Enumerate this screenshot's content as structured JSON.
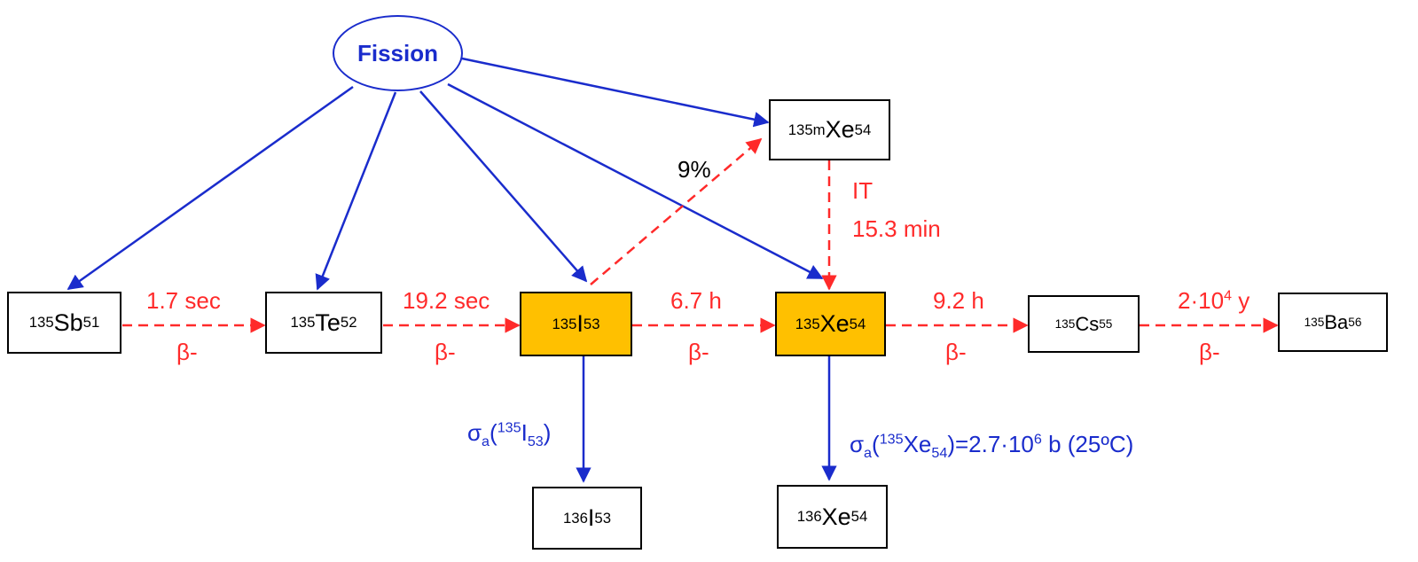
{
  "colors": {
    "fission_arrow": "#1a2ccc",
    "decay_arrow": "#ff2a2a",
    "highlight": "#ffc000"
  },
  "fission": {
    "label": "Fission"
  },
  "nuclides": {
    "sb135": {
      "mass": "135",
      "symbol": "Sb",
      "z": "51"
    },
    "te135": {
      "mass": "135",
      "symbol": "Te",
      "z": "52"
    },
    "i135": {
      "mass": "135",
      "symbol": "I",
      "z": "53"
    },
    "xe135": {
      "mass": "135",
      "symbol": "Xe",
      "z": "54"
    },
    "cs135": {
      "mass": "135",
      "symbol": "Cs",
      "z": "55"
    },
    "ba135": {
      "mass": "135",
      "symbol": "Ba",
      "z": "56"
    },
    "xe135m": {
      "mass": "135m",
      "symbol": "Xe",
      "z": "54"
    },
    "i136": {
      "mass": "136",
      "symbol": "I",
      "z": "53"
    },
    "xe136": {
      "mass": "136",
      "symbol": "Xe",
      "z": "54"
    }
  },
  "decays": {
    "sb_te": {
      "halflife": "1.7 sec",
      "mode": "β-"
    },
    "te_i": {
      "halflife": "19.2 sec",
      "mode": "β-"
    },
    "i_xe": {
      "halflife": "6.7 h",
      "mode": "β-"
    },
    "xe_cs": {
      "halflife": "9.2 h",
      "mode": "β-"
    },
    "cs_ba": {
      "halflife_mantissa": "2·10",
      "halflife_exp": "4",
      "halflife_unit": "y",
      "mode": "β-"
    },
    "i_xem": {
      "branch": "9%"
    },
    "xem_xe": {
      "mode": "IT",
      "halflife": "15.3 min"
    }
  },
  "absorption": {
    "iodine": {
      "sigma": "σ",
      "sub": "a",
      "mass": "135",
      "symbol": "I",
      "z": "53"
    },
    "xenon": {
      "sigma": "σ",
      "sub": "a",
      "mass": "135",
      "symbol": "Xe",
      "z": "54",
      "value_mantissa": "=2.7·10",
      "value_exp": "6",
      "value_tail": " b (25ºC)"
    }
  }
}
